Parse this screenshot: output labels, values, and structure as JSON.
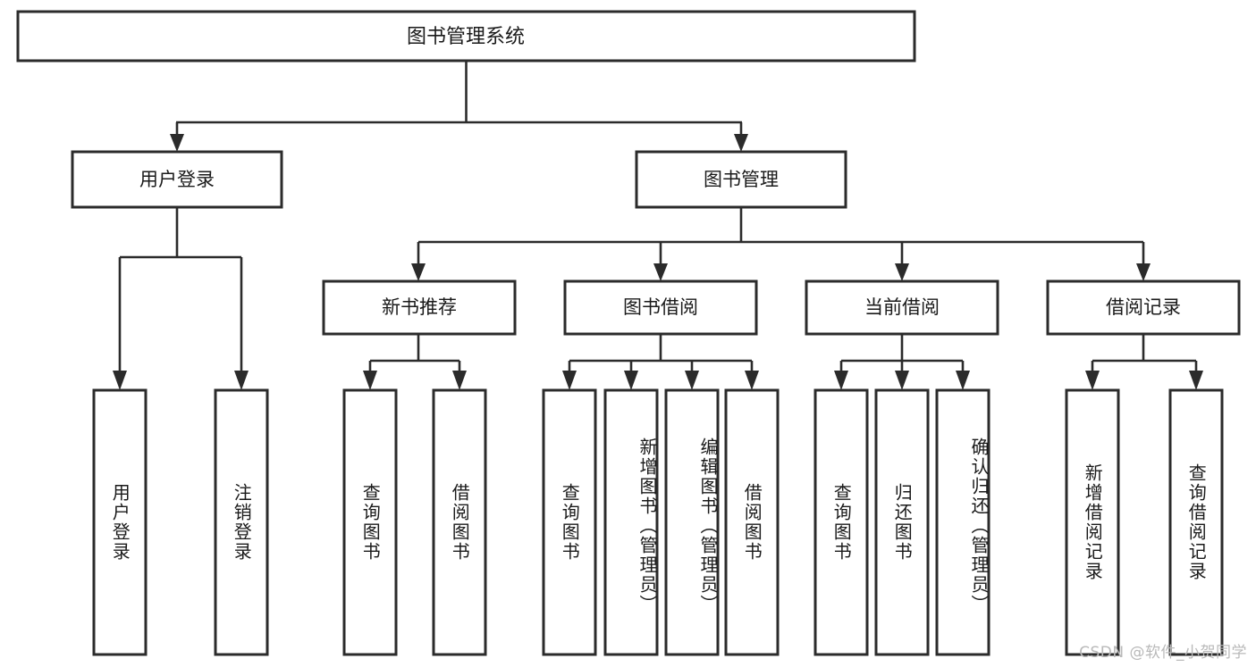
{
  "diagram": {
    "type": "tree-hierarchy",
    "orientation": "top-down",
    "title": "图书管理系统",
    "root": {
      "id": "root",
      "label": "图书管理系统",
      "level": 0
    },
    "level1": [
      {
        "id": "user-login",
        "label": "用户登录"
      },
      {
        "id": "book-manage",
        "label": "图书管理"
      }
    ],
    "level2": [
      {
        "id": "new-book-recommend",
        "label": "新书推荐",
        "parent": "book-manage"
      },
      {
        "id": "book-borrow",
        "label": "图书借阅",
        "parent": "book-manage"
      },
      {
        "id": "current-borrow",
        "label": "当前借阅",
        "parent": "book-manage"
      },
      {
        "id": "borrow-record",
        "label": "借阅记录",
        "parent": "book-manage"
      }
    ],
    "leaves": [
      {
        "id": "leaf-user-login",
        "label": "用户登录",
        "parent": "user-login"
      },
      {
        "id": "leaf-logout-login",
        "label": "注销登录",
        "parent": "user-login"
      },
      {
        "id": "leaf-query-book-1",
        "label": "查询图书",
        "parent": "new-book-recommend"
      },
      {
        "id": "leaf-borrow-book-1",
        "label": "借阅图书",
        "parent": "new-book-recommend"
      },
      {
        "id": "leaf-query-book-2",
        "label": "查询图书",
        "parent": "book-borrow"
      },
      {
        "id": "leaf-add-book",
        "label": "新增图书（管理员）",
        "parent": "book-borrow"
      },
      {
        "id": "leaf-edit-book",
        "label": "编辑图书（管理员）",
        "parent": "book-borrow"
      },
      {
        "id": "leaf-borrow-book-2",
        "label": "借阅图书",
        "parent": "book-borrow"
      },
      {
        "id": "leaf-query-book-3",
        "label": "查询图书",
        "parent": "current-borrow"
      },
      {
        "id": "leaf-return-book",
        "label": "归还图书",
        "parent": "current-borrow"
      },
      {
        "id": "leaf-confirm-return",
        "label": "确认归还（管理员）",
        "parent": "current-borrow"
      },
      {
        "id": "leaf-add-record",
        "label": "新增借阅记录",
        "parent": "borrow-record"
      },
      {
        "id": "leaf-query-record",
        "label": "查询借阅记录",
        "parent": "borrow-record"
      }
    ]
  },
  "watermark": {
    "text": "CSDN @软件_小贺同学"
  },
  "colors": {
    "box_stroke": "#2b2b2b",
    "box_fill": "#ffffff",
    "text": "#1a1a1a",
    "background": "#ffffff",
    "watermark": "#b9b9b9"
  }
}
